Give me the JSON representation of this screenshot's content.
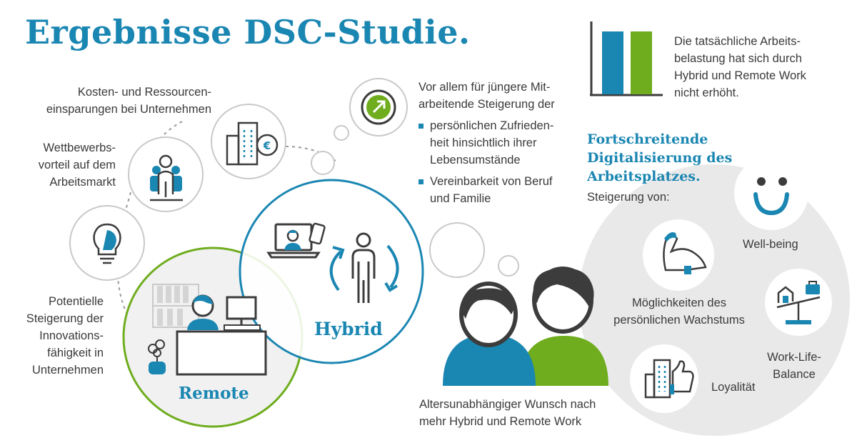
{
  "title": "Ergebnisse DSC-Studie.",
  "colors": {
    "blue": "#1a86b2",
    "green": "#6fad1e",
    "dark": "#3c3c3c",
    "bubble": "#e9e9e9"
  },
  "top_right_note": [
    "Die tatsächliche Arbeits-",
    "belastung hat sich durch",
    "Hybrid und Remote Work",
    "nicht erhöht."
  ],
  "left_benefits": {
    "cost": [
      "Kosten- und Ressourcen-",
      "einsparungen bei Unternehmen"
    ],
    "competition": [
      "Wettbewerbs-",
      "vorteil auf dem",
      "Arbeitsmarkt"
    ],
    "innovation": [
      "Potentielle",
      "Steigerung der",
      "Innovations-",
      "fähigkeit in",
      "Unternehmen"
    ]
  },
  "young_staff": {
    "intro": [
      "Vor allem für jüngere Mit-",
      "arbeitende Steigerung der"
    ],
    "bullets": [
      [
        "persönlichen Zufrieden-",
        "heit hinsichtlich ihrer",
        "Lebensumstände"
      ],
      [
        "Vereinbarkeit von Beruf",
        "und Familie"
      ]
    ]
  },
  "work_modes": {
    "hybrid": "Hybrid",
    "remote": "Remote"
  },
  "people_caption": [
    "Altersunabhängiger Wunsch nach",
    "mehr Hybrid und Remote Work"
  ],
  "digitalization": {
    "heading": [
      "Fortschreitende",
      "Digitalisierung des",
      "Arbeitsplatzes."
    ],
    "subheading": "Steigerung von:",
    "items": {
      "wellbeing": [
        "Well-being"
      ],
      "growth": [
        "Möglichkeiten des",
        "persönlichen Wachstums"
      ],
      "balance": [
        "Work-Life-",
        "Balance"
      ],
      "loyalty": [
        "Loyalität"
      ]
    }
  },
  "icons": [
    "bar-chart-icon",
    "growth-arrow-icon",
    "building-euro-icon",
    "team-icon",
    "lightbulb-icon",
    "video-call-laptop-icon",
    "person-icon",
    "rotation-arrows-icon",
    "desk-workplace-icon",
    "smiley-icon",
    "strong-arm-icon",
    "house-work-scale-icon",
    "building-thumbs-up-icon",
    "two-people-icon"
  ]
}
